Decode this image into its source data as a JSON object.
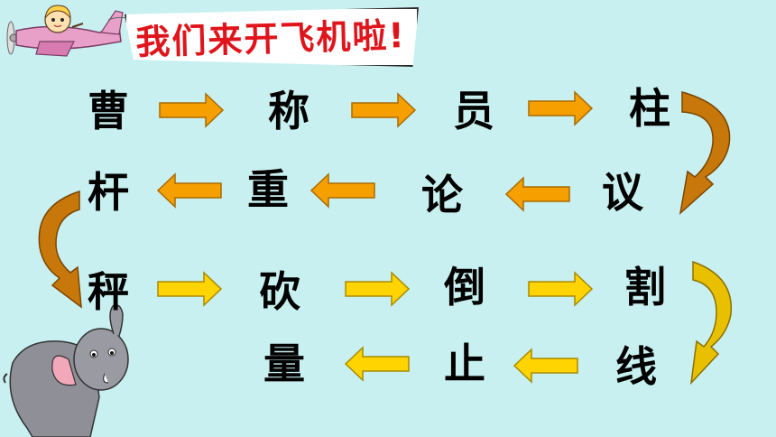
{
  "banner": {
    "title": "我们来开飞机啦!"
  },
  "row1": [
    "曹",
    "称",
    "员",
    "柱"
  ],
  "row2": [
    "杆",
    "重",
    "论",
    "议"
  ],
  "row3": [
    "秤",
    "砍",
    "倒",
    "割"
  ],
  "row4": [
    "量",
    "止",
    "线"
  ],
  "colors": {
    "background": "#c9f0f0",
    "title_red": "#e0141b",
    "arrow_orange": "#f5a000",
    "arrow_yellow": "#ffd400",
    "curve_brown": "#c8780a",
    "curve_yellow": "#e8c000"
  },
  "icons": [
    "airplane-icon",
    "pilot-girl-icon",
    "elephant-icon"
  ]
}
